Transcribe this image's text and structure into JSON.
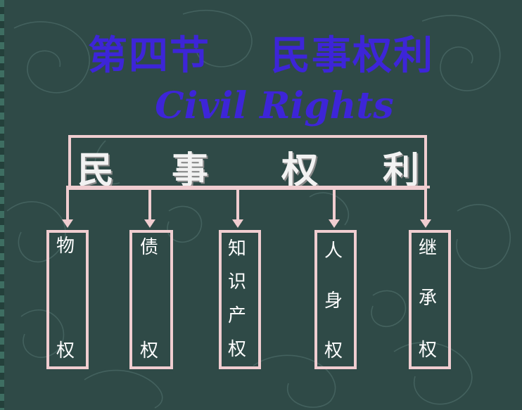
{
  "title_cn": "第四节    民事权利",
  "title_en": "Civil Rights",
  "root": {
    "label": "民事权利",
    "chars": [
      "民",
      "事",
      "权",
      "利"
    ]
  },
  "children": [
    {
      "label": "物权",
      "chars": [
        "物",
        "权"
      ]
    },
    {
      "label": "债权",
      "chars": [
        "债",
        "权"
      ]
    },
    {
      "label": "知识产权",
      "chars": [
        "知",
        "识",
        "产",
        "权"
      ]
    },
    {
      "label": "人身权",
      "chars": [
        "人",
        "身",
        "权"
      ]
    },
    {
      "label": "继承权",
      "chars": [
        "继",
        "承",
        "权"
      ]
    }
  ],
  "colors": {
    "background": "#2f4a47",
    "title": "#3d25d8",
    "box_line": "#f0cdd0",
    "text": "#ffffff"
  }
}
